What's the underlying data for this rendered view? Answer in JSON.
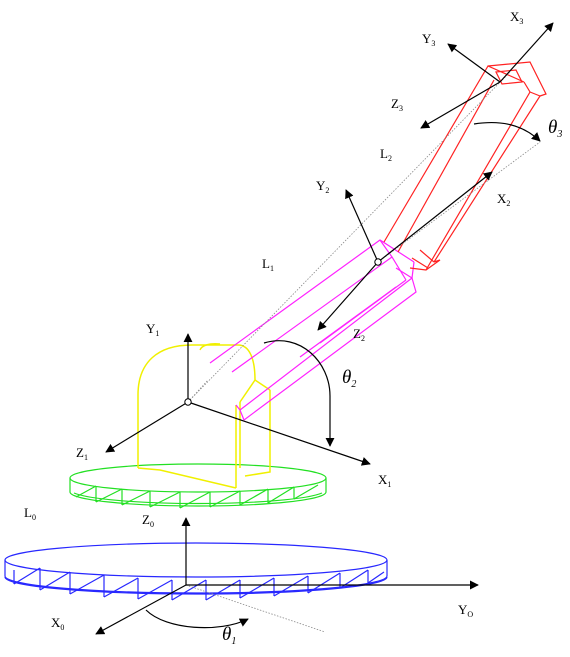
{
  "colors": {
    "base_lower": "#2828ff",
    "base_upper": "#22e022",
    "shoulder": "#f0f000",
    "link1": "#ff22ff",
    "link2": "#ff2222",
    "axis": "#000000",
    "guide": "#8a8a8a"
  },
  "labels": {
    "x3": {
      "main": "X",
      "sub": "3"
    },
    "y3": {
      "main": "Y",
      "sub": "3"
    },
    "z3": {
      "main": "Z",
      "sub": "3"
    },
    "l2": {
      "main": "L",
      "sub": "2"
    },
    "theta3": {
      "main": "θ",
      "sub": "3"
    },
    "x2": {
      "main": "X",
      "sub": "2"
    },
    "y2": {
      "main": "Y",
      "sub": "2"
    },
    "z2": {
      "main": "Z",
      "sub": "2"
    },
    "l1": {
      "main": "L",
      "sub": "1"
    },
    "theta2": {
      "main": "θ",
      "sub": "2"
    },
    "y1": {
      "main": "Y",
      "sub": "1"
    },
    "z1": {
      "main": "Z",
      "sub": "1"
    },
    "x1": {
      "main": "X",
      "sub": "1"
    },
    "l0": {
      "main": "L",
      "sub": "0"
    },
    "z0": {
      "main": "Z",
      "sub": "0"
    },
    "x0": {
      "main": "X",
      "sub": "0"
    },
    "y0": {
      "main": "Y",
      "sub": "O"
    },
    "theta1": {
      "main": "θ",
      "sub": "1"
    }
  }
}
